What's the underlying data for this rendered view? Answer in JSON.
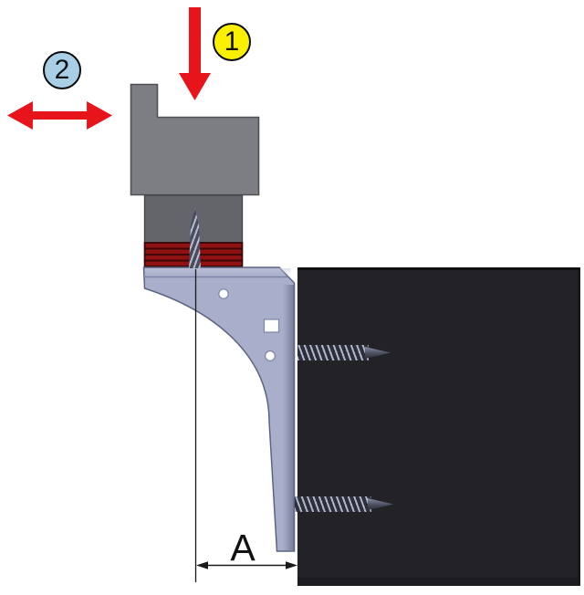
{
  "annotations": {
    "badge_1": "1",
    "badge_2": "2",
    "dimension_label": "A"
  },
  "colors": {
    "arrow_red": "#e8141c",
    "badge_1_fill": "#fbf000",
    "badge_2_fill": "#a9cfe6",
    "clamp_block_gray": "#7d7e83",
    "insert_block_gray": "#64656b",
    "damper_red": "#8e1212",
    "bracket_lavender": "#a9aeca",
    "panel_dark": "#232327",
    "screw_thread_light": "#b6bbd2",
    "hole_white": "#ffffff",
    "dimension_line": "#1a1a1a"
  }
}
